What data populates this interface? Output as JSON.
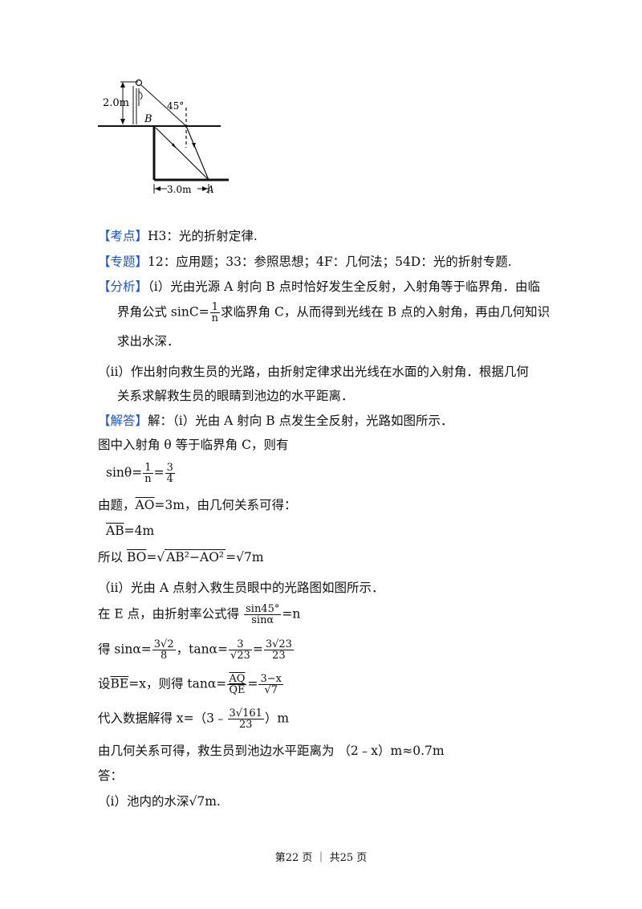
{
  "figure": {
    "height_label": "2.0m",
    "angle_label": "45°",
    "point_b": "B",
    "point_a": "A",
    "width_label": "3.0m"
  },
  "kaodian": {
    "tag": "【考点】",
    "text": "H3：光的折射定律."
  },
  "zhuanti": {
    "tag": "【专题】",
    "text": "12：应用题；33：参照思想；4F：几何法；54D：光的折射专题."
  },
  "fenxi": {
    "tag": "【分析】",
    "l1": "（i）光由光源 A 射向 B 点时恰好发生全反射，入射角等于临界角．由临",
    "l2a": "界角公式 sinC=",
    "l2_num": "1",
    "l2_den": "n",
    "l2b": "求临界角 C，从而得到光线在 B 点的入射角，再由几何知识",
    "l3": "求出水深．",
    "l4": "（ii）作出射向救生员的光路，由折射定律求出光线在水面的入射角．根据几何",
    "l5": "关系求解救生员的眼睛到池边的水平距离．"
  },
  "jieda": {
    "tag": "【解答】",
    "l1": "解：（i）光由 A 射向 B 点发生全反射，光路如图所示．",
    "l2": "图中入射角 θ 等于临界角 C，则有",
    "sin_lhs": "sinθ=",
    "sin_n1": "1",
    "sin_d1": "n",
    "eq": "=",
    "sin_n2": "3",
    "sin_d2": "4",
    "l4a": "由题，",
    "ao": "AO",
    "l4b": "=3m，由几何关系可得：",
    "ab": "AB",
    "ab_val": "=4m",
    "l6a": "所以 ",
    "bo": "BO",
    "l6b": "=",
    "rad_inner": "AB²−AO²",
    "l6c": "=√7m",
    "l7": "（ii）光由 A 点射入救生员眼中的光路图如图所示．",
    "l8a": "在 E 点，由折射率公式得 ",
    "l8_num": "sin45°",
    "l8_den": "sinα",
    "l8b": "=n",
    "l9a": "得 sinα=",
    "l9_n1": "3√2",
    "l9_d1": "8",
    "l9b": "，tanα=",
    "l9_n2": "3",
    "l9_d2": "√23",
    "l9_n3": "3√23",
    "l9_d3": "23",
    "l10a": "设",
    "be": "BE",
    "l10b": "=x，则得 tanα=",
    "l10_n1": "AQ",
    "l10_d1": "QE",
    "l10_n2": "3−x",
    "l10_d2": "√7",
    "l11a": "代入数据解得 x=（3﹣",
    "l11_num": "3√161",
    "l11_den": "23",
    "l11b": "）m",
    "l12": "由几何关系可得，救生员到池边水平距离为 （2﹣x）m≈0.7m",
    "l13": "答：",
    "l14": "（i）池内的水深√7m."
  },
  "footer": "第22 页 ｜ 共25 页"
}
